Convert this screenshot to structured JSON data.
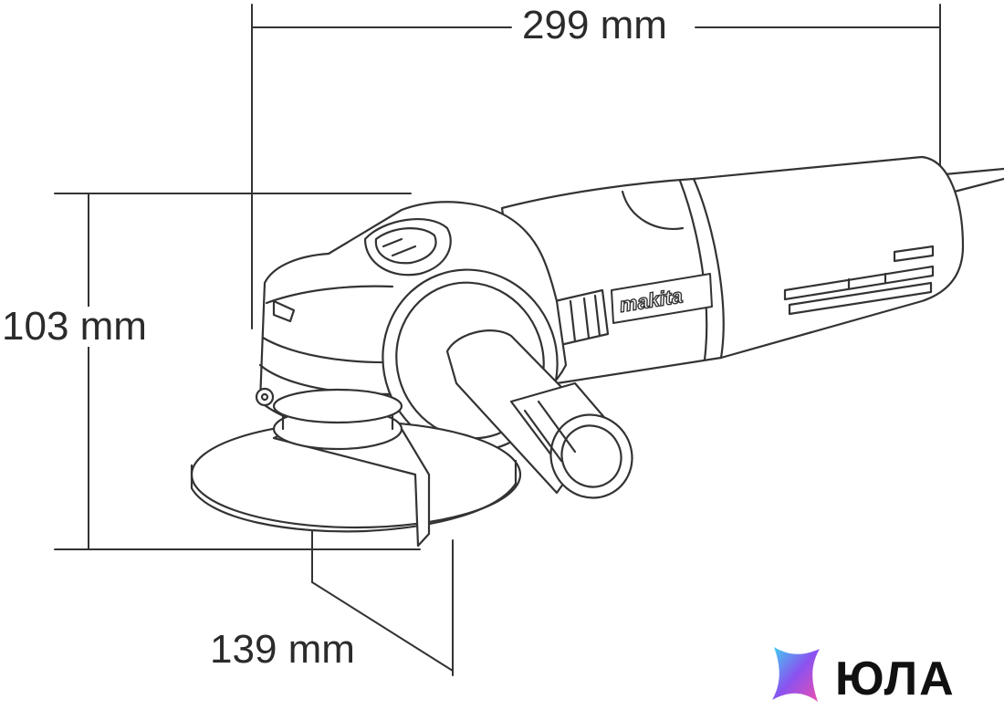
{
  "dimensions": {
    "width": "299 mm",
    "height": "103 mm",
    "depth": "139 mm"
  },
  "tool": {
    "brand": "makita"
  },
  "watermark": {
    "text": "ЮЛА",
    "colors": {
      "gradient_start": "#3fd0f0",
      "gradient_mid": "#8a52f0",
      "gradient_end": "#f04fb0"
    }
  },
  "colors": {
    "line": "#333333",
    "background": "#ffffff"
  }
}
